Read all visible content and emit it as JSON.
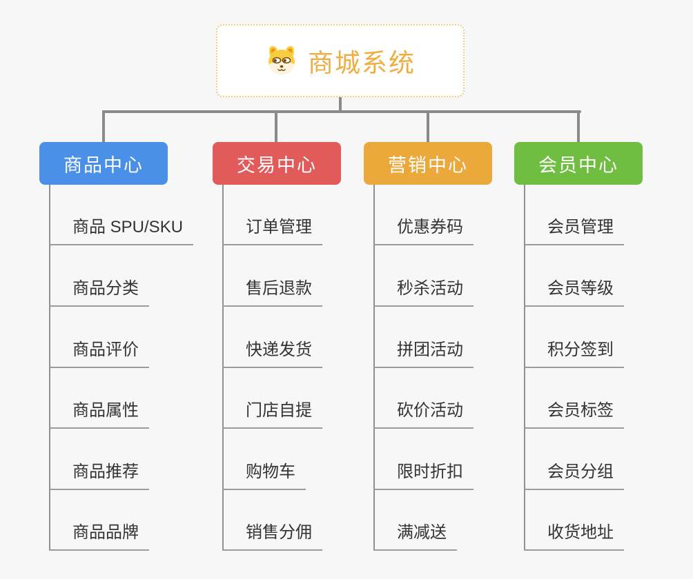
{
  "root": {
    "title": "商城系统",
    "icon": "dog-face-icon",
    "title_color": "#F0AD42",
    "border_color": "#F3CB82"
  },
  "connector_color": "#8A8A8A",
  "branches": [
    {
      "label": "商品中心",
      "color": "#4A90E8",
      "items": [
        "商品 SPU/SKU",
        "商品分类",
        "商品评价",
        "商品属性",
        "商品推荐",
        "商品品牌"
      ]
    },
    {
      "label": "交易中心",
      "color": "#E25B5B",
      "items": [
        "订单管理",
        "售后退款",
        "快递发货",
        "门店自提",
        "购物车",
        "销售分佣"
      ]
    },
    {
      "label": "营销中心",
      "color": "#EBA93C",
      "items": [
        "优惠券码",
        "秒杀活动",
        "拼团活动",
        "砍价活动",
        "限时折扣",
        "满减送"
      ]
    },
    {
      "label": "会员中心",
      "color": "#6FBE42",
      "items": [
        "会员管理",
        "会员等级",
        "积分签到",
        "会员标签",
        "会员分组",
        "收货地址"
      ]
    }
  ]
}
